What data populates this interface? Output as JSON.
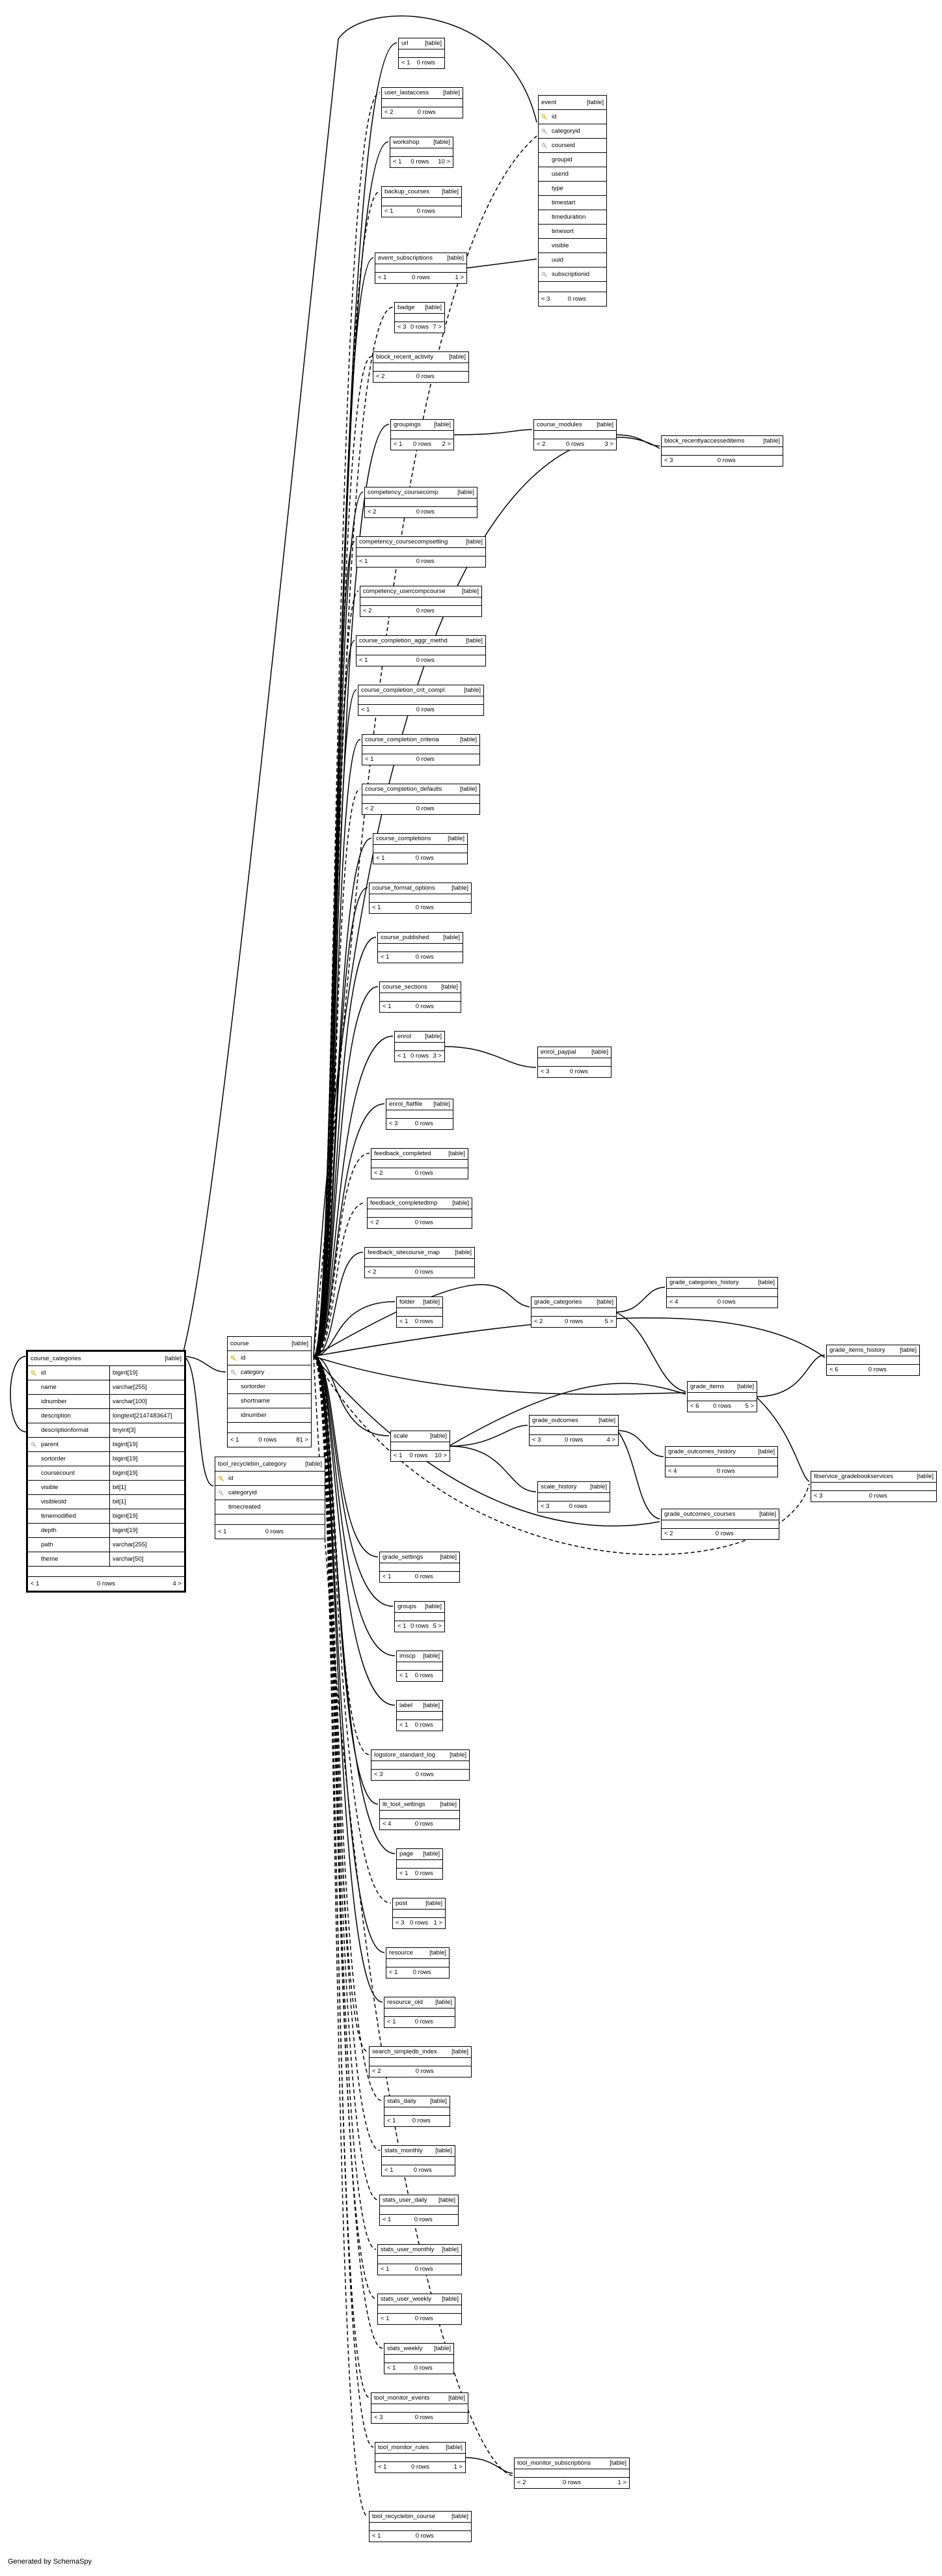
{
  "diagram": {
    "footer": "Generated by SchemaSpy",
    "focus": {
      "name": "course_categories",
      "tag": "[table]",
      "columns": [
        {
          "name": "id",
          "type": "bigint[19]",
          "key": "pk"
        },
        {
          "name": "name",
          "type": "varchar[255]",
          "key": ""
        },
        {
          "name": "idnumber",
          "type": "varchar[100]",
          "key": ""
        },
        {
          "name": "description",
          "type": "longtext[2147483647]",
          "key": ""
        },
        {
          "name": "descriptionformat",
          "type": "tinyint[3]",
          "key": ""
        },
        {
          "name": "parent",
          "type": "bigint[19]",
          "key": "fk"
        },
        {
          "name": "sortorder",
          "type": "bigint[19]",
          "key": ""
        },
        {
          "name": "coursecount",
          "type": "bigint[19]",
          "key": ""
        },
        {
          "name": "visible",
          "type": "bit[1]",
          "key": ""
        },
        {
          "name": "visibleold",
          "type": "bit[1]",
          "key": ""
        },
        {
          "name": "timemodified",
          "type": "bigint[19]",
          "key": ""
        },
        {
          "name": "depth",
          "type": "bigint[19]",
          "key": ""
        },
        {
          "name": "path",
          "type": "varchar[255]",
          "key": ""
        },
        {
          "name": "theme",
          "type": "varchar[50]",
          "key": ""
        }
      ],
      "footer": {
        "left": "< 1",
        "rows": "0 rows",
        "right": "4 >"
      }
    },
    "course": {
      "name": "course",
      "tag": "[table]",
      "columns": [
        {
          "name": "id",
          "key": "pk"
        },
        {
          "name": "category",
          "key": "fk"
        },
        {
          "name": "sortorder",
          "key": ""
        },
        {
          "name": "shortname",
          "key": ""
        },
        {
          "name": "idnumber",
          "key": ""
        }
      ],
      "footer": {
        "left": "< 1",
        "rows": "0 rows",
        "right": "81 >"
      }
    },
    "tool_recyclebin_category": {
      "name": "tool_recyclebin_category",
      "tag": "[table]",
      "columns": [
        {
          "name": "id",
          "key": "pk"
        },
        {
          "name": "categoryid",
          "key": "fk"
        },
        {
          "name": "timecreated",
          "key": ""
        }
      ],
      "footer": {
        "left": "< 1",
        "rows": "0 rows",
        "right": ""
      }
    },
    "event": {
      "name": "event",
      "tag": "[table]",
      "columns": [
        {
          "name": "id",
          "key": "pk"
        },
        {
          "name": "categoryid",
          "key": "fk"
        },
        {
          "name": "courseid",
          "key": "fk"
        },
        {
          "name": "groupid",
          "key": ""
        },
        {
          "name": "userid",
          "key": ""
        },
        {
          "name": "type",
          "key": ""
        },
        {
          "name": "timestart",
          "key": ""
        },
        {
          "name": "timeduration",
          "key": ""
        },
        {
          "name": "timesort",
          "key": ""
        },
        {
          "name": "visible",
          "key": ""
        },
        {
          "name": "uuid",
          "key": ""
        },
        {
          "name": "subscriptionid",
          "key": "fk"
        }
      ],
      "footer": {
        "left": "< 3",
        "rows": "0 rows",
        "right": ""
      }
    },
    "tables": [
      {
        "name": "url",
        "tag": "[table]",
        "left": "< 1",
        "rows": "0 rows",
        "right": ""
      },
      {
        "name": "user_lastaccess",
        "tag": "[table]",
        "left": "< 2",
        "rows": "0 rows",
        "right": ""
      },
      {
        "name": "workshop",
        "tag": "[table]",
        "left": "< 1",
        "rows": "0 rows",
        "right": "10 >"
      },
      {
        "name": "backup_courses",
        "tag": "[table]",
        "left": "< 1",
        "rows": "0 rows",
        "right": ""
      },
      {
        "name": "event_subscriptions",
        "tag": "[table]",
        "left": "< 1",
        "rows": "0 rows",
        "right": "1 >"
      },
      {
        "name": "badge",
        "tag": "[table]",
        "left": "< 3",
        "rows": "0 rows",
        "right": "7 >"
      },
      {
        "name": "block_recent_activity",
        "tag": "[table]",
        "left": "< 2",
        "rows": "0 rows",
        "right": ""
      },
      {
        "name": "groupings",
        "tag": "[table]",
        "left": "< 1",
        "rows": "0 rows",
        "right": "2 >"
      },
      {
        "name": "course_modules",
        "tag": "[table]",
        "left": "< 2",
        "rows": "0 rows",
        "right": "3 >"
      },
      {
        "name": "block_recentlyaccesseditems",
        "tag": "[table]",
        "left": "< 3",
        "rows": "0 rows",
        "right": ""
      },
      {
        "name": "competency_coursecomp",
        "tag": "[table]",
        "left": "< 2",
        "rows": "0 rows",
        "right": ""
      },
      {
        "name": "competency_coursecompsetting",
        "tag": "[table]",
        "left": "< 1",
        "rows": "0 rows",
        "right": ""
      },
      {
        "name": "competency_usercompcourse",
        "tag": "[table]",
        "left": "< 2",
        "rows": "0 rows",
        "right": ""
      },
      {
        "name": "course_completion_aggr_methd",
        "tag": "[table]",
        "left": "< 1",
        "rows": "0 rows",
        "right": ""
      },
      {
        "name": "course_completion_crit_compl",
        "tag": "[table]",
        "left": "< 1",
        "rows": "0 rows",
        "right": ""
      },
      {
        "name": "course_completion_criteria",
        "tag": "[table]",
        "left": "< 1",
        "rows": "0 rows",
        "right": ""
      },
      {
        "name": "course_completion_defaults",
        "tag": "[table]",
        "left": "< 2",
        "rows": "0 rows",
        "right": ""
      },
      {
        "name": "course_completions",
        "tag": "[table]",
        "left": "< 1",
        "rows": "0 rows",
        "right": ""
      },
      {
        "name": "course_format_options",
        "tag": "[table]",
        "left": "< 1",
        "rows": "0 rows",
        "right": ""
      },
      {
        "name": "course_published",
        "tag": "[table]",
        "left": "< 1",
        "rows": "0 rows",
        "right": ""
      },
      {
        "name": "course_sections",
        "tag": "[table]",
        "left": "< 1",
        "rows": "0 rows",
        "right": ""
      },
      {
        "name": "enrol",
        "tag": "[table]",
        "left": "< 1",
        "rows": "0 rows",
        "right": "3 >"
      },
      {
        "name": "enrol_paypal",
        "tag": "[table]",
        "left": "< 3",
        "rows": "0 rows",
        "right": ""
      },
      {
        "name": "enrol_flatfile",
        "tag": "[table]",
        "left": "< 3",
        "rows": "0 rows",
        "right": ""
      },
      {
        "name": "feedback_completed",
        "tag": "[table]",
        "left": "< 2",
        "rows": "0 rows",
        "right": ""
      },
      {
        "name": "feedback_completedtmp",
        "tag": "[table]",
        "left": "< 2",
        "rows": "0 rows",
        "right": ""
      },
      {
        "name": "feedback_sitecourse_map",
        "tag": "[table]",
        "left": "< 2",
        "rows": "0 rows",
        "right": ""
      },
      {
        "name": "folder",
        "tag": "[table]",
        "left": "< 1",
        "rows": "0 rows",
        "right": ""
      },
      {
        "name": "grade_categories",
        "tag": "[table]",
        "left": "< 2",
        "rows": "0 rows",
        "right": "5 >"
      },
      {
        "name": "grade_categories_history",
        "tag": "[table]",
        "left": "< 4",
        "rows": "0 rows",
        "right": ""
      },
      {
        "name": "grade_items_history",
        "tag": "[table]",
        "left": "< 6",
        "rows": "0 rows",
        "right": ""
      },
      {
        "name": "grade_items",
        "tag": "[table]",
        "left": "< 6",
        "rows": "0 rows",
        "right": "5 >"
      },
      {
        "name": "grade_outcomes",
        "tag": "[table]",
        "left": "< 3",
        "rows": "0 rows",
        "right": "4 >"
      },
      {
        "name": "grade_outcomes_history",
        "tag": "[table]",
        "left": "< 4",
        "rows": "0 rows",
        "right": ""
      },
      {
        "name": "scale",
        "tag": "[table]",
        "left": "< 1",
        "rows": "0 rows",
        "right": "10 >"
      },
      {
        "name": "ltiservice_gradebookservices",
        "tag": "[table]",
        "left": "< 3",
        "rows": "0 rows",
        "right": ""
      },
      {
        "name": "scale_history",
        "tag": "[table]",
        "left": "< 3",
        "rows": "0 rows",
        "right": ""
      },
      {
        "name": "grade_outcomes_courses",
        "tag": "[table]",
        "left": "< 2",
        "rows": "0 rows",
        "right": ""
      },
      {
        "name": "grade_settings",
        "tag": "[table]",
        "left": "< 1",
        "rows": "0 rows",
        "right": ""
      },
      {
        "name": "groups",
        "tag": "[table]",
        "left": "< 1",
        "rows": "0 rows",
        "right": "5 >"
      },
      {
        "name": "imscp",
        "tag": "[table]",
        "left": "< 1",
        "rows": "0 rows",
        "right": ""
      },
      {
        "name": "label",
        "tag": "[table]",
        "left": "< 1",
        "rows": "0 rows",
        "right": ""
      },
      {
        "name": "logstore_standard_log",
        "tag": "[table]",
        "left": "< 3",
        "rows": "0 rows",
        "right": ""
      },
      {
        "name": "lti_tool_settings",
        "tag": "[table]",
        "left": "< 4",
        "rows": "0 rows",
        "right": ""
      },
      {
        "name": "page",
        "tag": "[table]",
        "left": "< 1",
        "rows": "0 rows",
        "right": ""
      },
      {
        "name": "post",
        "tag": "[table]",
        "left": "< 3",
        "rows": "0 rows",
        "right": "1 >"
      },
      {
        "name": "resource",
        "tag": "[table]",
        "left": "< 1",
        "rows": "0 rows",
        "right": ""
      },
      {
        "name": "resource_old",
        "tag": "[table]",
        "left": "< 1",
        "rows": "0 rows",
        "right": ""
      },
      {
        "name": "search_simpledb_index",
        "tag": "[table]",
        "left": "< 2",
        "rows": "0 rows",
        "right": ""
      },
      {
        "name": "stats_daily",
        "tag": "[table]",
        "left": "< 1",
        "rows": "0 rows",
        "right": ""
      },
      {
        "name": "stats_monthly",
        "tag": "[table]",
        "left": "< 1",
        "rows": "0 rows",
        "right": ""
      },
      {
        "name": "stats_user_daily",
        "tag": "[table]",
        "left": "< 1",
        "rows": "0 rows",
        "right": ""
      },
      {
        "name": "stats_user_monthly",
        "tag": "[table]",
        "left": "< 1",
        "rows": "0 rows",
        "right": ""
      },
      {
        "name": "stats_user_weekly",
        "tag": "[table]",
        "left": "< 1",
        "rows": "0 rows",
        "right": ""
      },
      {
        "name": "stats_weekly",
        "tag": "[table]",
        "left": "< 1",
        "rows": "0 rows",
        "right": ""
      },
      {
        "name": "tool_monitor_events",
        "tag": "[table]",
        "left": "< 3",
        "rows": "0 rows",
        "right": ""
      },
      {
        "name": "tool_monitor_rules",
        "tag": "[table]",
        "left": "< 1",
        "rows": "0 rows",
        "right": "1 >"
      },
      {
        "name": "tool_monitor_subscriptions",
        "tag": "[table]",
        "left": "< 2",
        "rows": "0 rows",
        "right": "1 >"
      },
      {
        "name": "tool_recyclebin_course",
        "tag": "[table]",
        "left": "< 1",
        "rows": "0 rows",
        "right": ""
      }
    ]
  }
}
